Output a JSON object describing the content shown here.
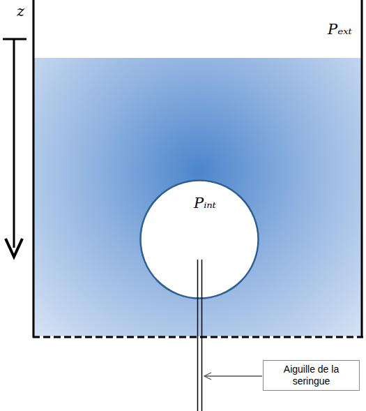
{
  "diagram": {
    "nodes": [
      {
        "text": [
          "Pᵢₙₜ"
        ]
      },
      {
        "text": [
          "Aiguille de la seringue"
        ]
      }
    ],
    "labels": [
      "z",
      "Pₑₓₜ"
    ]
  }
}
